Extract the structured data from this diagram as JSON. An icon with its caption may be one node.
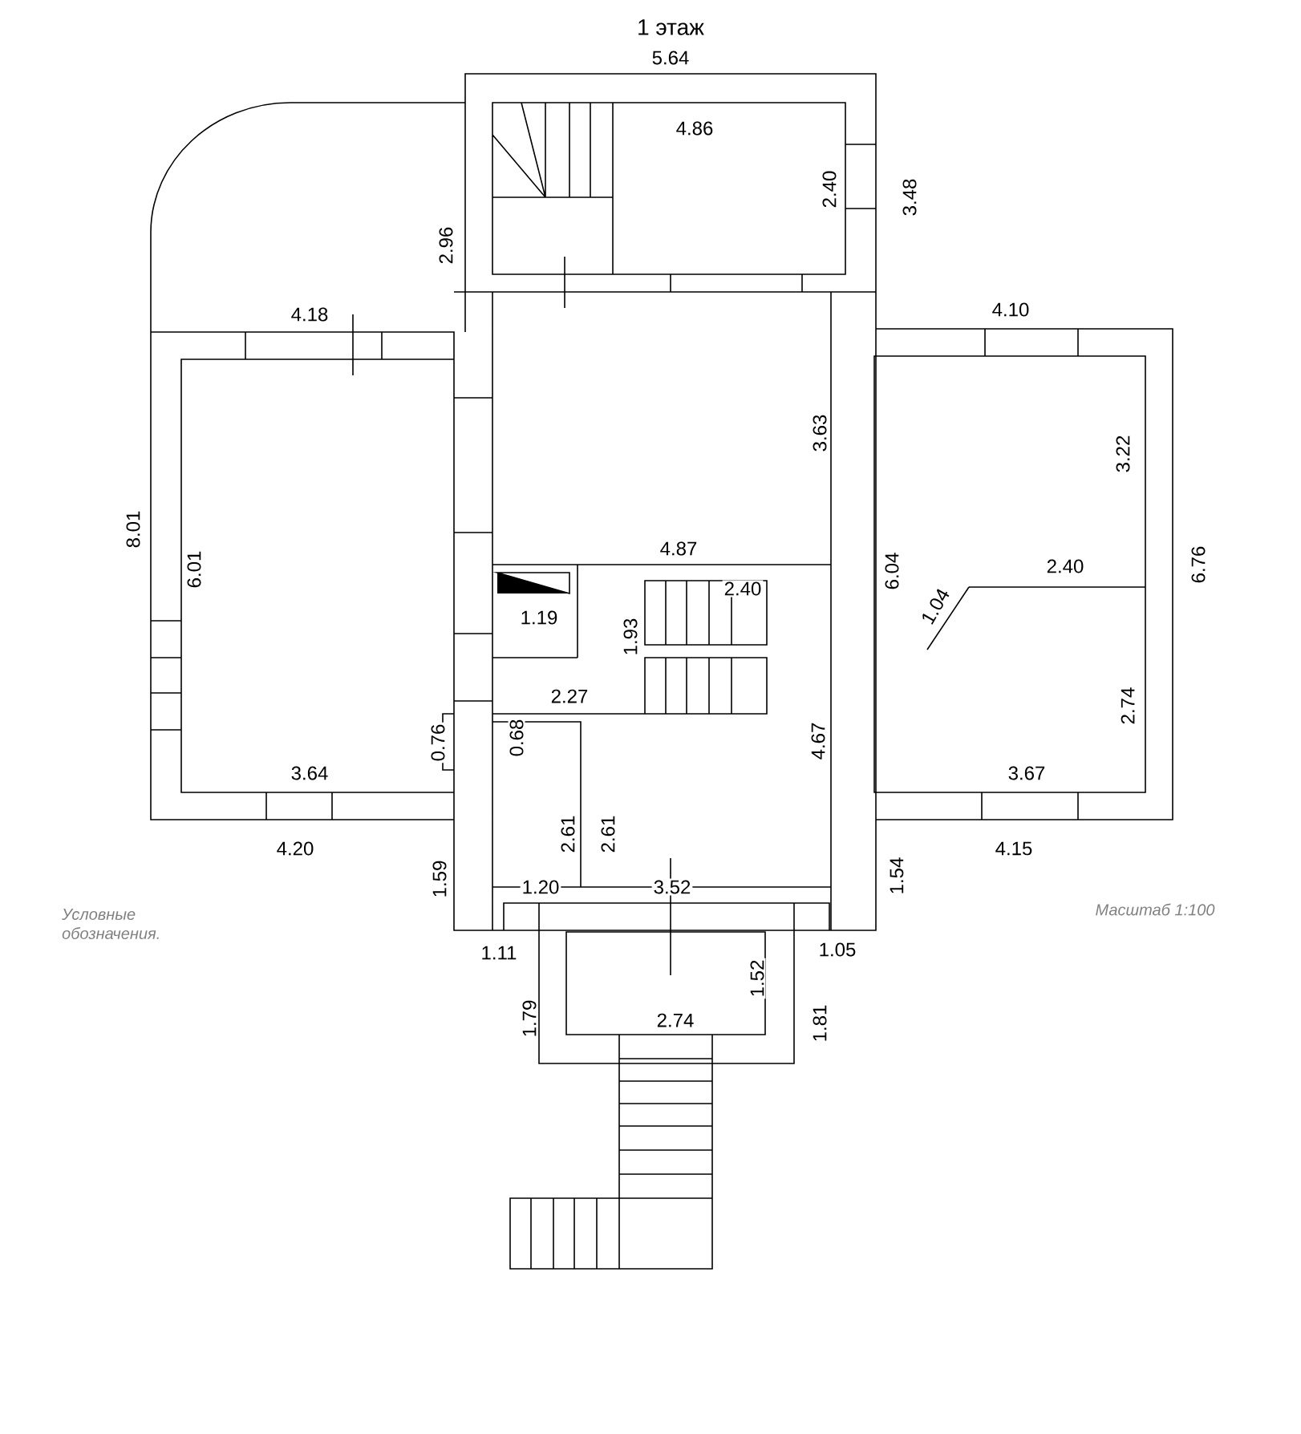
{
  "diagram": {
    "title": "1 этаж",
    "labels": [
      "5.64",
      "4.86",
      "2.96",
      "2.40",
      "3.48",
      "4.18",
      "4.10",
      "3.63",
      "3.22",
      "8.01",
      "6.01",
      "4.87",
      "6.04",
      "2.40",
      "2.40",
      "6.76",
      "1.04",
      "1.19",
      "1.93",
      "2.27",
      "2.74",
      "0.76",
      "0.68",
      "4.67",
      "3.64",
      "3.67",
      "4.20",
      "2.61",
      "2.61",
      "4.15",
      "1.59",
      "1.54",
      "1.20",
      "3.52",
      "Условные обозначения.",
      "Масштаб 1:100",
      "1.11",
      "1.05",
      "1.79",
      "1.52",
      "1.81",
      "2.74"
    ]
  }
}
